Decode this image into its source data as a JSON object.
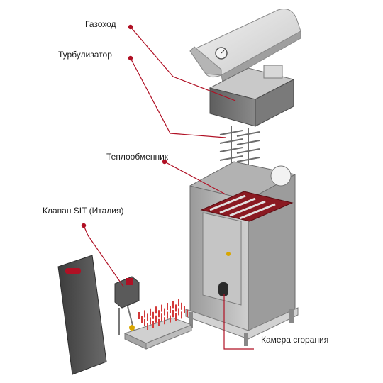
{
  "labels": {
    "flue": "Газоход",
    "turbulator": "Турбулизатор",
    "heat_exchanger": "Теплообменник",
    "valve": "Клапан SIT (Италия)",
    "combustion_chamber": "Камера сгорания"
  },
  "colors": {
    "callout": "#b01024",
    "metal_light": "#e3e3e3",
    "metal_mid": "#a9a9a9",
    "metal_dark": "#6e6e6e",
    "panel_dark": "#555555",
    "burner_red": "#d33a3a"
  }
}
